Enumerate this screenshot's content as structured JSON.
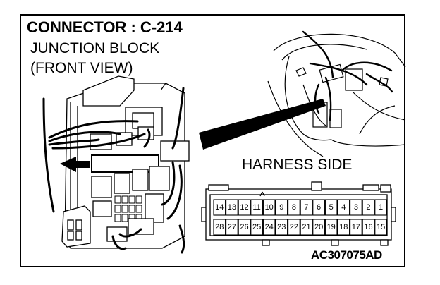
{
  "title": "CONNECTOR : C-214",
  "subtitle_line1": "JUNCTION BLOCK",
  "subtitle_line2": "(FRONT VIEW)",
  "harness_label": "HARNESS SIDE",
  "figure_code": "AC307075AD",
  "connector": {
    "top_row": [
      "14",
      "13",
      "12",
      "11",
      "10",
      "9",
      "8",
      "7",
      "6",
      "5",
      "4",
      "3",
      "2",
      "1"
    ],
    "bottom_row": [
      "28",
      "27",
      "26",
      "25",
      "24",
      "23",
      "22",
      "21",
      "20",
      "19",
      "18",
      "17",
      "16",
      "15"
    ]
  }
}
